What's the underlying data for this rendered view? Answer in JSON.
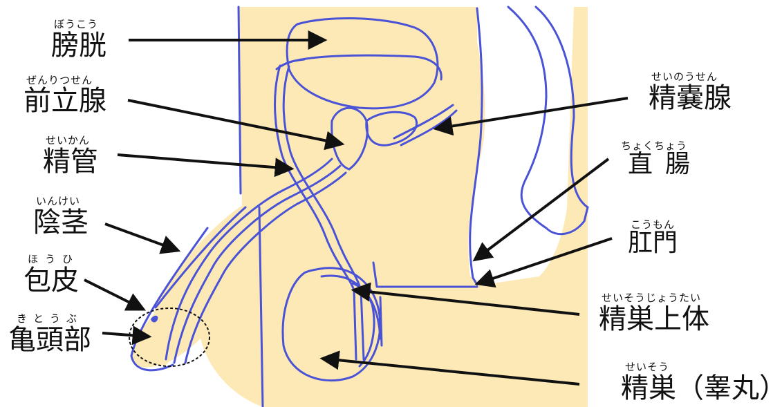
{
  "colors": {
    "tissue": "#fce9b6",
    "outline": "#4a52d6",
    "arrow": "#111111"
  },
  "labels": {
    "bladder": {
      "reading": "ぼうこう",
      "term": "膀胱"
    },
    "prostate": {
      "reading": "ぜんりつせん",
      "term": "前立腺"
    },
    "vas_deferens": {
      "reading": "せいかん",
      "term": "精管"
    },
    "penis": {
      "reading": "いんけい",
      "term": "陰茎"
    },
    "foreskin": {
      "reading": "ほうひ",
      "term": "包皮"
    },
    "glans": {
      "reading": "きとうぶ",
      "term": "亀頭部"
    },
    "seminal_vesicle": {
      "reading": "せいのうせん",
      "term": "精嚢腺"
    },
    "rectum": {
      "reading": "ちょくちょう",
      "term": "直腸"
    },
    "anus": {
      "reading": "こうもん",
      "term": "肛門"
    },
    "epididymis": {
      "reading": "せいそうじょうたい",
      "term": "精巣上体"
    },
    "testis": {
      "reading": "せいそう",
      "term": "精巣（睾丸）"
    }
  }
}
